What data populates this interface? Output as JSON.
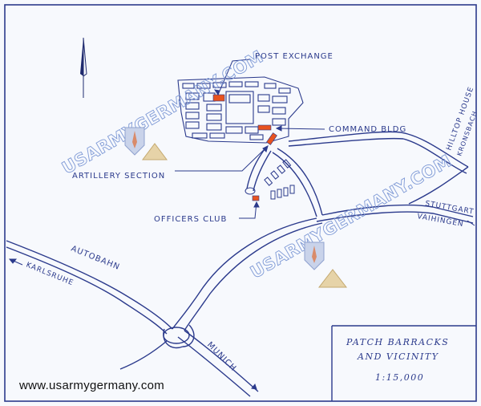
{
  "map": {
    "labels": {
      "post_exchange": "POST EXCHANGE",
      "command_bldg": "COMMAND BLDG",
      "artillery_section": "ARTILLERY SECTION",
      "officers_club": "OFFICERS CLUB",
      "hilltop_house": "HILLTOP HOUSE",
      "kronsbach": "KRONSBACH",
      "stuttgart": "STUTTGART",
      "vaihingen": "VAIHINGEN",
      "autobahn": "AUTOBAHN",
      "karlsruhe": "KARLSRUHE",
      "munich": "MUNICH"
    },
    "title_box": {
      "line1": "PATCH BARRACKS",
      "line2": "AND VICINITY",
      "scale": "1:15,000"
    },
    "watermarks": [
      "USARMYGERMANY.COM",
      "USARMYGERMANY.COM"
    ],
    "footer_url": "www.usarmygermany.com",
    "colors": {
      "ink": "#2b3a8c",
      "highlight": "#e8531f",
      "watermark": "#7f9ad6"
    },
    "icons": [
      "north-arrow-icon",
      "insignia-icon"
    ]
  }
}
